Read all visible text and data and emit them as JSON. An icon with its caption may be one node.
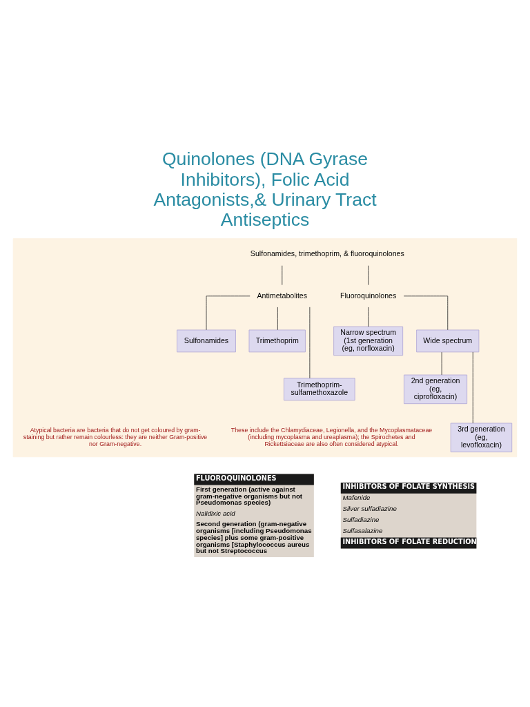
{
  "diagram": {
    "title": "Quinolones (DNA Gyrase Inhibitors), Folic Acid Antagonists,& Urinary Tract Antiseptics",
    "nodes": [
      {
        "text": [],
        "shape": "box"
      },
      {
        "text": [
          "Sulfonamides, trimethoprim, & fluoroquinolones"
        ],
        "in": 0
      },
      {
        "text": [
          "Antimetabolites"
        ],
        "in": 0
      },
      {
        "text": [
          "Fluoroquinolones"
        ],
        "in": 0
      },
      {
        "text": [
          "Sulfonamides"
        ],
        "in": 0
      },
      {
        "text": [
          "Trimethoprim"
        ],
        "in": 0
      },
      {
        "text": [
          "Trimethoprim-sulfamethoxazole"
        ],
        "in": 0
      },
      {
        "text": [
          "Narrow spectrum (1st generation (eg, norfloxacin)"
        ],
        "in": 0
      },
      {
        "text": [
          "Wide spectrum"
        ],
        "in": 0
      },
      {
        "text": [
          "2nd generation (eg, ciprofloxacin)"
        ],
        "in": 0
      },
      {
        "text": [
          "3rd generation (eg, levofloxacin)"
        ],
        "in": 0
      }
    ],
    "edges": [
      {
        "from": 1,
        "to": 2,
        "arrow": "none"
      },
      {
        "from": 1,
        "to": 3,
        "arrow": "none"
      },
      {
        "from": 2,
        "to": 4,
        "arrow": "none"
      },
      {
        "from": 2,
        "to": 5,
        "arrow": "none"
      },
      {
        "from": 2,
        "to": 6,
        "arrow": "none"
      },
      {
        "from": 3,
        "to": 7,
        "arrow": "none"
      },
      {
        "from": 3,
        "to": 8,
        "arrow": "none"
      },
      {
        "from": 8,
        "to": 9,
        "arrow": "none"
      },
      {
        "from": 8,
        "to": 10,
        "arrow": "none"
      }
    ],
    "labels": [
      "Atypical bacteria are bacteria that do not get coloured by gram-staining but rather remain colourless: they are neither Gram-positive nor Gram-negative.",
      "These include the Chlamydiaceae, Legionella, and the Mycoplasmataceae (including mycoplasma and ureaplasma); the Spirochetes and Rickettsiaceae are also often considered atypical.",
      "FLUOROQUINOLONES",
      "First generation (active against gram-negative organisms but not Pseudomonas species)",
      "Nalidixic acid",
      "Second generation (gram-negative organisms [including Pseudomonas species] plus some gram-positive organisms [Staphylococcus aureus but not Streptococcus",
      "INHIBITORS OF FOLATE SYNTHESIS",
      "Mafenide",
      "Silver sulfadiazine",
      "Sulfadiazine",
      "Sulfasalazine",
      "INHIBITORS OF FOLATE REDUCTION"
    ]
  }
}
